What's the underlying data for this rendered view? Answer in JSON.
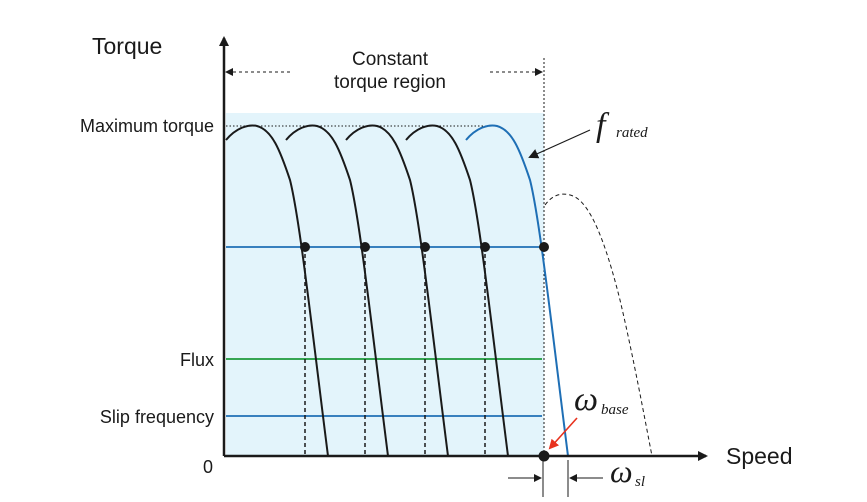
{
  "axes": {
    "y_label": "Torque",
    "x_label": "Speed",
    "origin_label": "0"
  },
  "labels": {
    "region_line1": "Constant",
    "region_line2": "torque region",
    "max_torque": "Maximum torque",
    "flux": "Flux",
    "slip_frequency": "Slip frequency"
  },
  "math": {
    "f_rated_main": "f",
    "f_rated_sub": "rated",
    "omega_base_main": "ω",
    "omega_base_sub": "base",
    "omega_sl_main": "ω",
    "omega_sl_sub": "sl"
  },
  "colors": {
    "region_fill": "#e3f4fb",
    "curve_black": "#1a1a1a",
    "curve_blue": "#1f6fb5",
    "torque_line": "#1f6fb5",
    "flux_line": "#1e9a3a",
    "slip_line": "#1f6fb5",
    "base_arrow": "#e8321e",
    "axis": "#1a1a1a"
  }
}
